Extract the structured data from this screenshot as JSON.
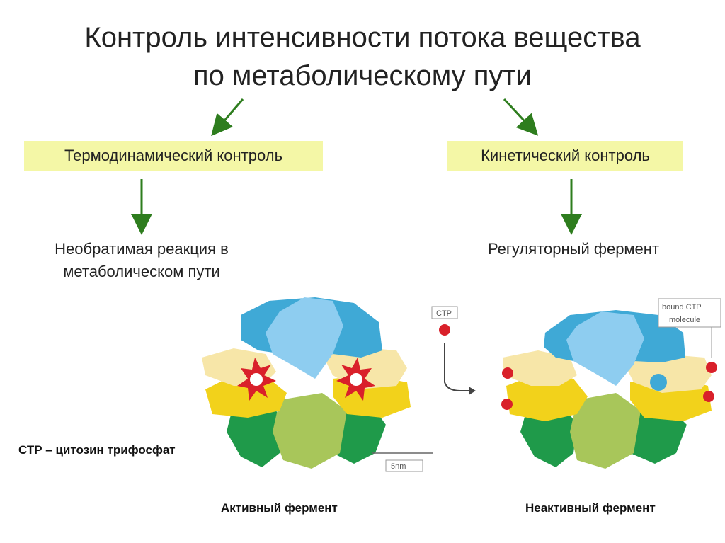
{
  "title": {
    "line1": "Контроль интенсивности потока вещества",
    "line2": "по метаболическому пути"
  },
  "left": {
    "box_label": "Термодинамический контроль",
    "result_line1": "Необратимая реакция в",
    "result_line2": "метаболическом пути"
  },
  "right": {
    "box_label": "Кинетический контроль",
    "result": "Регуляторный фермент"
  },
  "ctp_note": "СТР – цитозин трифосфат",
  "figure": {
    "ctp_label": "CTP",
    "bound_label_line1": "bound CTP",
    "bound_label_line2": "molecule",
    "scale_label": "5nm",
    "active_caption": "Активный фермент",
    "inactive_caption": "Неактивный фермент"
  },
  "colors": {
    "arrow": "#2e7d1e",
    "box_bg": "#f4f7a6",
    "blue": "#3fa9d6",
    "light_blue": "#8ecdf0",
    "pale_yellow": "#f7e6a8",
    "yellow": "#f2d21b",
    "green": "#1f9a4a",
    "light_green": "#a8c65a",
    "ctp_red": "#d9202a"
  }
}
